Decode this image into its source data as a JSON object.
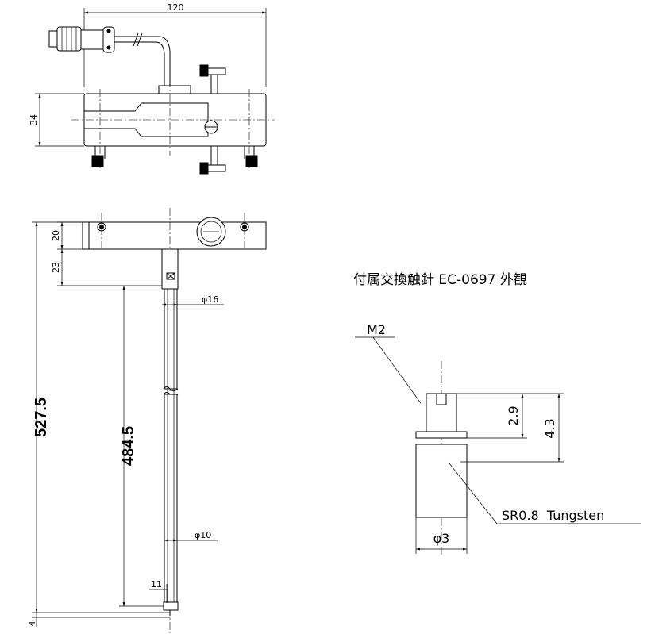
{
  "top_view": {
    "width_dim": "120",
    "height_dim": "34"
  },
  "front_view": {
    "total_height_dim": "527.5",
    "probe_length_dim": "484.5",
    "bar_height_dim": "20",
    "collar_height_dim": "23",
    "collar_dia_dim": "φ16",
    "rod_dia_dim": "φ10",
    "tip_offset_dim": "11",
    "tip_extension_dim": "4"
  },
  "tip_detail": {
    "caption": "付属交換触針 EC-0697 外観",
    "thread_label": "M2",
    "shank_height_dim": "2.9",
    "total_height_dim": "4.3",
    "tip_radius_label": "SR0.8  Tungsten",
    "diameter_dim": "φ3"
  }
}
